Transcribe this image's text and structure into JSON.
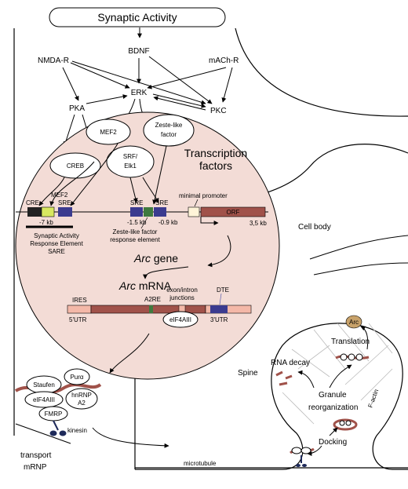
{
  "title": "Synaptic Activity",
  "signals": {
    "nmdar": "NMDA-R",
    "bdnf": "BDNF",
    "machr": "mACh-R",
    "pka": "PKA",
    "erk": "ERK",
    "pkc": "PKC"
  },
  "tf": {
    "mef2": "MEF2",
    "zeste": [
      "Zeste-like",
      "factor"
    ],
    "creb": "CREB",
    "srf": [
      "SRF/",
      "Elk1"
    ],
    "heading": [
      "Transcription",
      "factors"
    ]
  },
  "promoter": {
    "cre": "CRE",
    "mef2": "MEF2",
    "sre1": "SRE",
    "sre2": "SRE",
    "sre3": "SRE",
    "minimal": "minimal promoter",
    "orf": "ORF",
    "kb7": "-7 kb",
    "kb15": "-1.5 kb",
    "kb09": "-0.9 kb",
    "kb35": "3,5 kb",
    "sare": [
      "Synaptic Activity",
      "Response Element",
      "SARE"
    ],
    "zre": [
      "Zeste-like factor",
      "response element"
    ]
  },
  "gene": {
    "italic": "Arc",
    "rest": " gene"
  },
  "mrna": {
    "italic": "Arc",
    "rest": " mRNA",
    "ires": "IRES",
    "a2re": "A2RE",
    "exon": [
      "exon/intron",
      "junctions"
    ],
    "dte": "DTE",
    "utr5": "5'UTR",
    "utr3": "3'UTR",
    "eif": "eIF4AIII"
  },
  "cellbody": "Cell body",
  "transport": {
    "staufen": "Staufen",
    "pura": "Purα",
    "hnrnp": [
      "hnRNP",
      "A2"
    ],
    "eif": "eIF4AIII",
    "fmrp": "FMRP",
    "kinesin": "kinesin",
    "label": [
      "transport",
      "mRNP"
    ]
  },
  "microtubule": "microtubule",
  "spine": {
    "label": "Spine",
    "arc": "Arc",
    "translation": "Translation",
    "decay": "RNA decay",
    "granule": [
      "Granule",
      "reorganization"
    ],
    "docking": "Docking",
    "factin": "F-actin"
  },
  "colors": {
    "nucleus": "#f3dcd6",
    "orf": "#a0524a",
    "mrna": "#a0524a",
    "utr": "#f4b8a8",
    "cre": "#222222",
    "mef2box": "#d8e860",
    "sre": "#3b3b8f",
    "zre": "#3f7a3f",
    "promoter": "#fff4d8",
    "arc_protein": "#c8a26a"
  }
}
